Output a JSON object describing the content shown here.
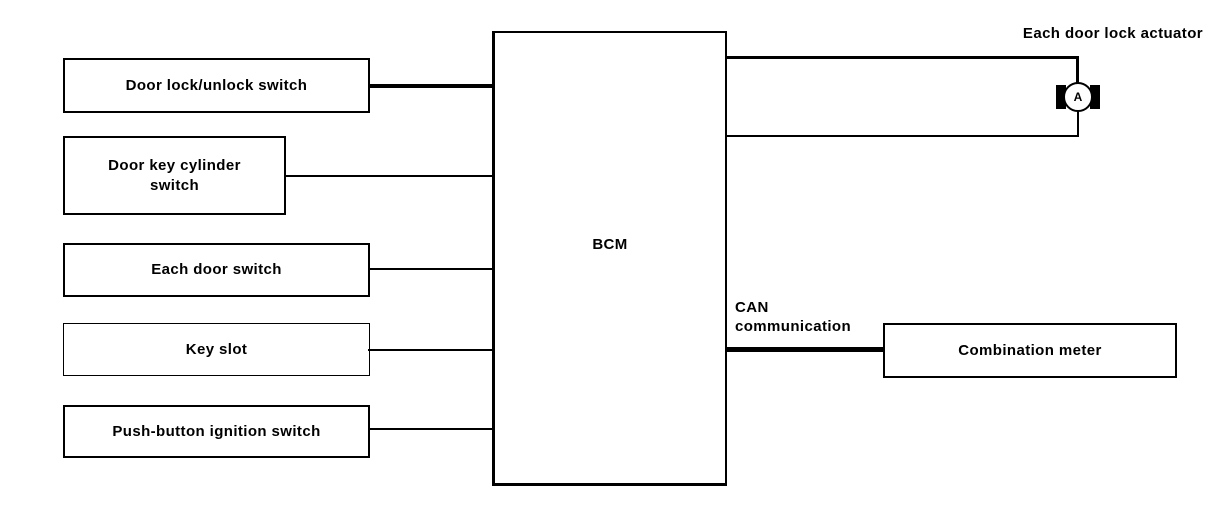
{
  "diagram": {
    "kind": "system-block-diagram",
    "background_color": "#ffffff",
    "line_color": "#000000",
    "bcm": {
      "label": "BCM"
    },
    "inputs": [
      {
        "label": "Door lock/unlock switch",
        "wire_style": "thick"
      },
      {
        "label": "Door key cylinder\nswitch",
        "wire_style": "thin"
      },
      {
        "label": "Each door switch",
        "wire_style": "thin"
      },
      {
        "label": "Key slot",
        "wire_style": "thin"
      },
      {
        "label": "Push-button ignition switch",
        "wire_style": "thin"
      }
    ],
    "outputs": {
      "actuator": {
        "label": "Each door lock actuator",
        "symbol": "motor",
        "symbol_letter": "A",
        "wire_style": "two-wire loop, thick top wire, thin return wire"
      },
      "meter": {
        "label": "Combination meter",
        "wire_label": "CAN\ncommunication",
        "wire_style": "thick"
      }
    }
  }
}
